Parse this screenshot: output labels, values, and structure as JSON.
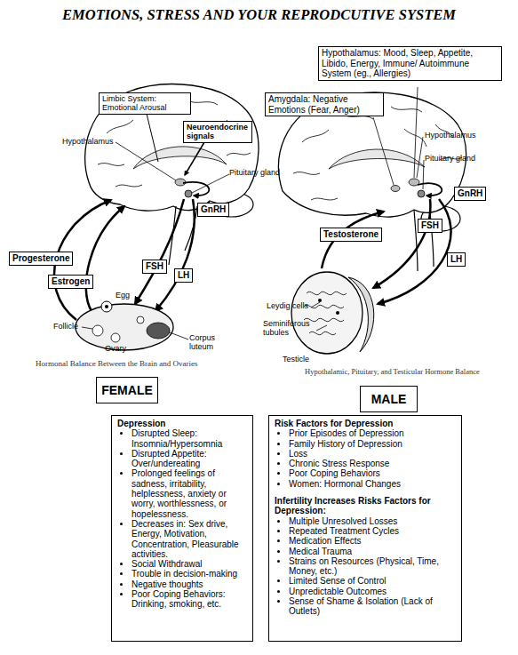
{
  "diagram": {
    "title": "EMOTIONS, STRESS AND YOUR REPRODCUTIVE SYSTEM",
    "nodes": [
      {
        "text": [
          "Limbic System: Emotional Arousal"
        ]
      },
      {
        "text": [
          "Neuroendocrine signals"
        ]
      },
      {
        "text": [
          "GnRH"
        ]
      },
      {
        "text": [
          "Progesterone"
        ]
      },
      {
        "text": [
          "FSH"
        ]
      },
      {
        "text": [
          "LH"
        ]
      },
      {
        "text": [
          "Estrogen"
        ]
      },
      {
        "text": [
          "FEMALE"
        ]
      },
      {
        "text": [
          "Hypothalamus: Mood, Sleep, Appetite, Libido, Energy, Immune/ Autoimmune System (eg., Allergies)"
        ]
      },
      {
        "text": [
          "Amygdala: Negative Emotions (Fear, Anger)"
        ]
      },
      {
        "text": [
          "GnRH"
        ]
      },
      {
        "text": [
          "FSH"
        ]
      },
      {
        "text": [
          "Testosterone"
        ]
      },
      {
        "text": [
          "LH"
        ]
      },
      {
        "text": [
          "MALE"
        ]
      },
      {
        "text": [
          "Depression",
          "Disrupted Sleep: Insomnia/Hypersomnia",
          "Disrupted Appetite: Over/undereating",
          "Prolonged feelings of sadness, irritability, helplessness, anxiety or worry, worthlessness, or hopelessness.",
          "Decreases in: Sex drive, Energy, Motivation, Concentration, Pleasurable activities.",
          "Social Withdrawal",
          "Trouble in decision-making",
          "Negative thoughts",
          "Poor Coping Behaviors: Drinking, smoking, etc."
        ]
      },
      {
        "text": [
          "Risk Factors for Depression",
          "Prior Episodes of Depression",
          "Family History of Depression",
          "Loss",
          "Chronic Stress Response",
          "Poor Coping Behaviors",
          "Women: Hormonal Changes",
          "Infertility Increases Risks Factors for Depression:",
          "Multiple Unresolved Losses",
          "Repeated Treatment Cycles",
          "Medication Effects",
          "Medical Trauma",
          "Strains on Resources (Physical, Time, Money, etc.)",
          "Limited Sense of Control",
          "Unpredictable Outcomes",
          "Sense of Shame & Isolation (Lack of Outlets)"
        ]
      }
    ],
    "labels": [
      "Hypothalamus",
      "Pituitary gland",
      "Egg",
      "Follicle",
      "Corpus luteum",
      "Ovary",
      "Hormonal Balance Between the Brain and Ovaries",
      "Hypothalamus",
      "Pituitary gland",
      "Leydig cells",
      "Seminiferous tubules",
      "Testicle",
      "Hypothalamic, Pituitary, and Testicular Hormone Balance"
    ]
  }
}
